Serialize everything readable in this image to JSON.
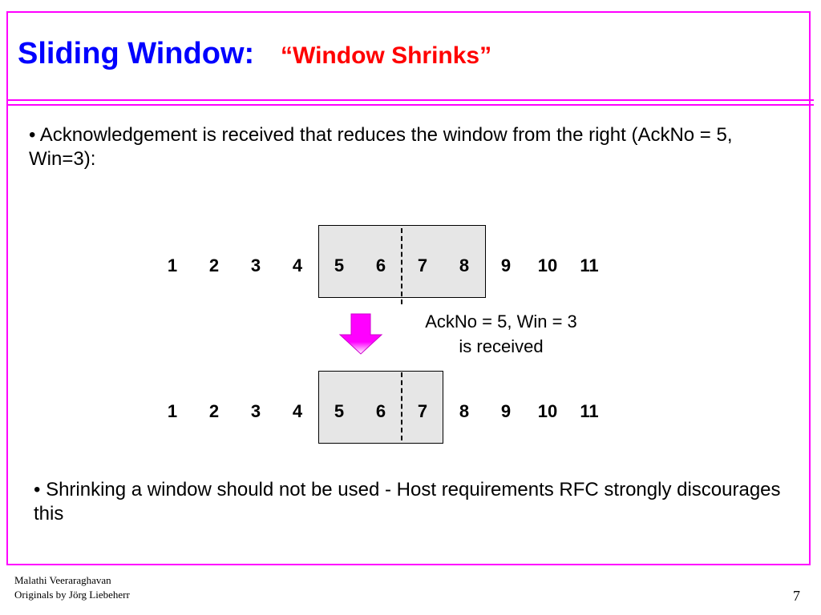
{
  "slide": {
    "title_main": "Sliding Window:",
    "title_sub": "“Window Shrinks”",
    "bullet1": "• Acknowledgement is received that reduces the window from the right (AckNo  = 5, Win=3):",
    "bullet2": "• Shrinking a window should not be used - Host requirements RFC strongly discourages this",
    "caption_line1": "AckNo = 5, Win = 3",
    "caption_line2": "is received",
    "footer_line1": "Malathi Veeraraghavan",
    "footer_line2": "Originals by Jörg Liebeherr",
    "page_number": "7"
  },
  "diagram": {
    "row_before": [
      "1",
      "2",
      "3",
      "4",
      "5",
      "6",
      "7",
      "8",
      "9",
      "10",
      "11"
    ],
    "row_after": [
      "1",
      "2",
      "3",
      "4",
      "5",
      "6",
      "7",
      "8",
      "9",
      "10",
      "11"
    ],
    "window_before": {
      "first": 5,
      "last": 8
    },
    "window_after": {
      "first": 5,
      "last": 7
    },
    "arrow_direction": "down"
  },
  "colors": {
    "title_main": "#0000ff",
    "title_sub": "#ff0000",
    "frame": "#ff00ff",
    "arrow_fill": "#ff00ff",
    "window_fill": "#e6e6e6"
  }
}
